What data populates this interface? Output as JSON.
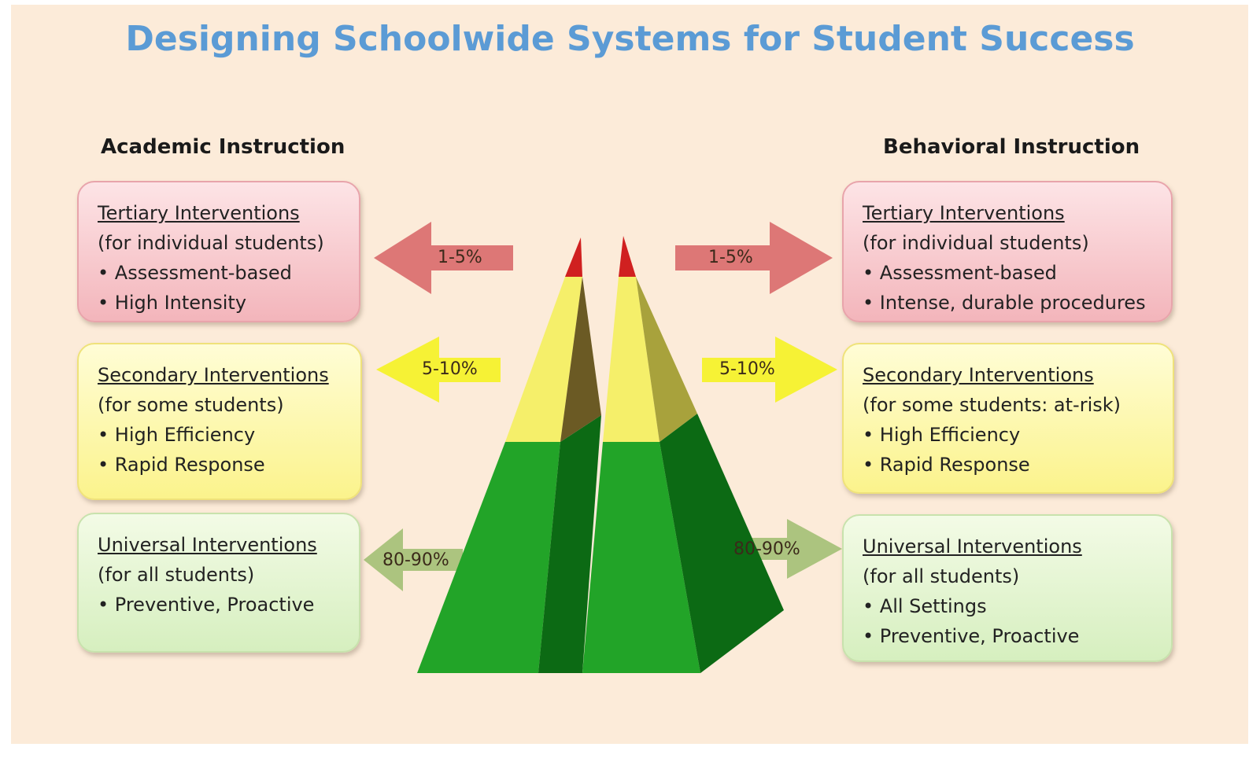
{
  "title": "Designing Schoolwide Systems for Student Success",
  "academic": {
    "heading": "Academic Instruction",
    "tertiary": {
      "title": "Tertiary Interventions",
      "sub": "(for individual students)",
      "bullets": [
        "• Assessment-based",
        "• High Intensity"
      ]
    },
    "secondary": {
      "title": "Secondary Interventions",
      "sub": "(for some students)",
      "bullets": [
        "• High Efficiency",
        "• Rapid Response"
      ]
    },
    "universal": {
      "title": "Universal Interventions",
      "sub": "(for all students)",
      "bullets": [
        "• Preventive, Proactive"
      ]
    },
    "arrows": {
      "tertiary": "1-5%",
      "secondary": "5-10%",
      "universal": "80-90%"
    }
  },
  "behavioral": {
    "heading": "Behavioral Instruction",
    "tertiary": {
      "title": "Tertiary Interventions",
      "sub": "(for individual students)",
      "bullets": [
        "• Assessment-based",
        "• Intense, durable procedures"
      ]
    },
    "secondary": {
      "title": "Secondary Interventions",
      "sub": "(for some students: at-risk)",
      "bullets": [
        "•  High Efficiency",
        "•  Rapid Response"
      ]
    },
    "universal": {
      "title": "Universal Interventions",
      "sub": "(for all students)",
      "bullets": [
        "• All Settings",
        "• Preventive, Proactive"
      ]
    },
    "arrows": {
      "tertiary": "1-5%",
      "secondary": "5-10%",
      "universal": "80-90%"
    }
  },
  "colors": {
    "background": "#fcebd9",
    "title": "#5b9bd5",
    "tier_red": "#f3b5bb",
    "tier_yellow": "#fbf38c",
    "tier_green": "#d6efbf"
  }
}
